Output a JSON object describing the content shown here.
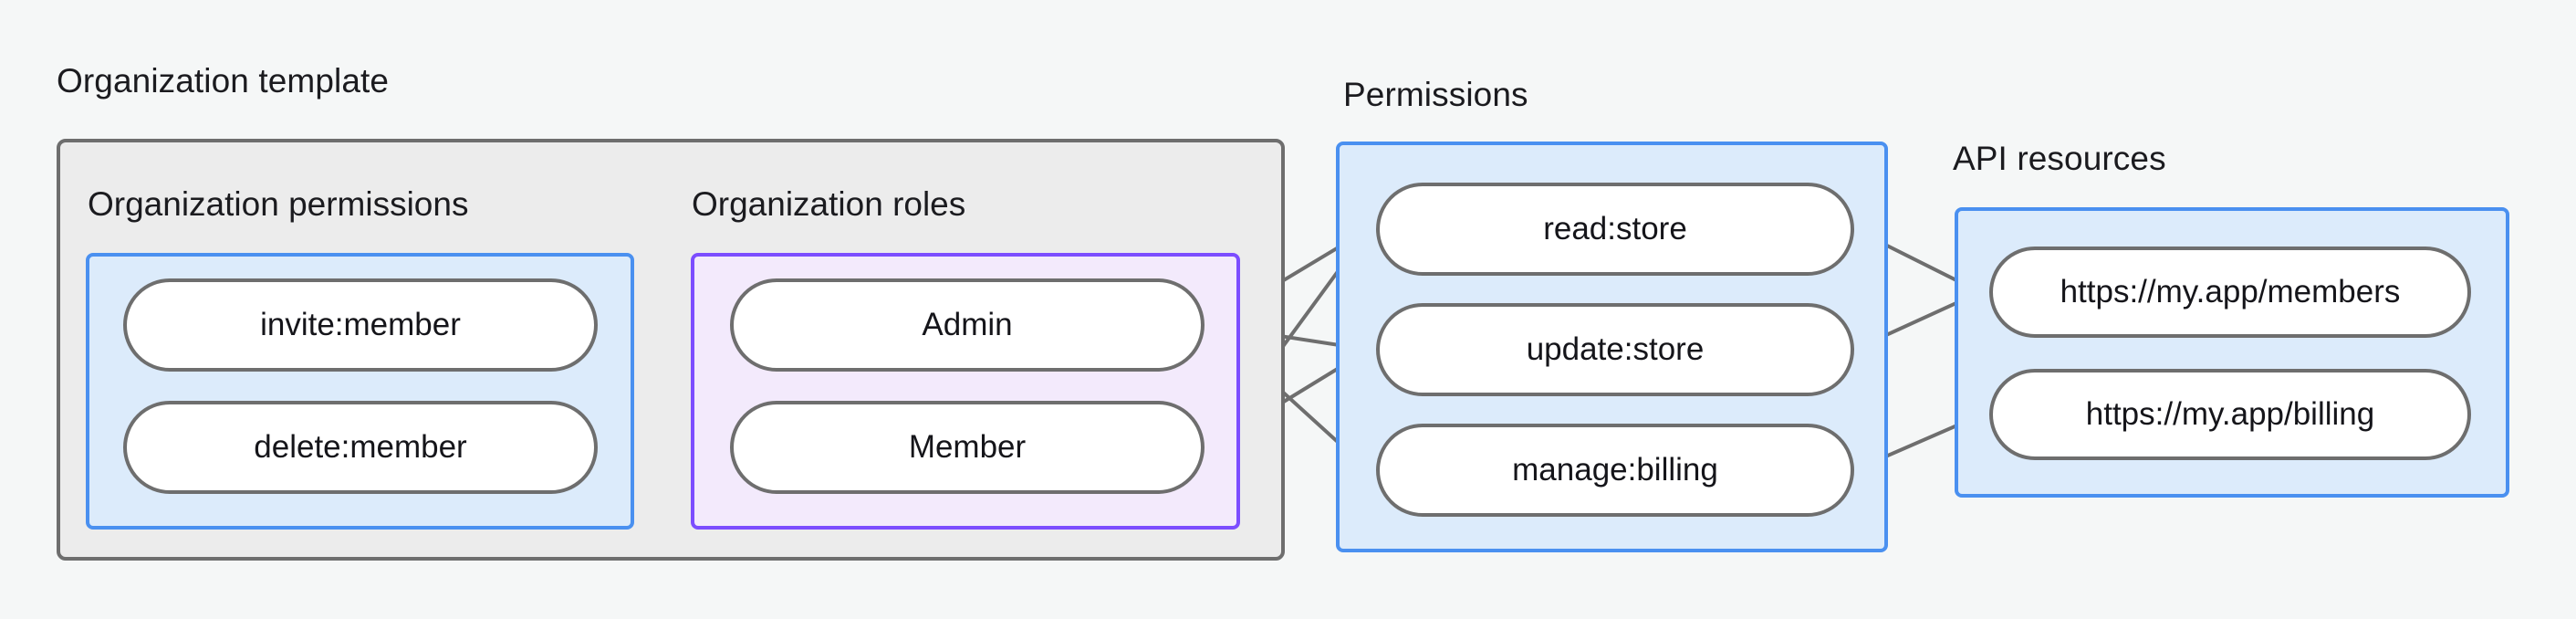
{
  "diagram": {
    "title_groups": {
      "organization_template": "Organization template",
      "permissions": "Permissions",
      "api_resources": "API resources"
    },
    "subgroups": {
      "organization_permissions": "Organization permissions",
      "organization_roles": "Organization roles"
    },
    "nodes": {
      "org_permissions": [
        {
          "id": "invite-member",
          "label": "invite:member"
        },
        {
          "id": "delete-member",
          "label": "delete:member"
        }
      ],
      "org_roles": [
        {
          "id": "admin",
          "label": "Admin"
        },
        {
          "id": "member",
          "label": "Member"
        }
      ],
      "permissions": [
        {
          "id": "read-store",
          "label": "read:store"
        },
        {
          "id": "update-store",
          "label": "update:store"
        },
        {
          "id": "manage-billing",
          "label": "manage:billing"
        }
      ],
      "api_resources": [
        {
          "id": "members-url",
          "label": "https://my.app/members"
        },
        {
          "id": "billing-url",
          "label": "https://my.app/billing"
        }
      ]
    },
    "edges": [
      {
        "from": "invite-member",
        "to": "admin"
      },
      {
        "from": "invite-member",
        "to": "member"
      },
      {
        "from": "delete-member",
        "to": "admin"
      },
      {
        "from": "admin",
        "to": "read-store"
      },
      {
        "from": "admin",
        "to": "update-store"
      },
      {
        "from": "admin",
        "to": "manage-billing"
      },
      {
        "from": "member",
        "to": "read-store"
      },
      {
        "from": "member",
        "to": "update-store"
      },
      {
        "from": "read-store",
        "to": "members-url"
      },
      {
        "from": "update-store",
        "to": "members-url"
      },
      {
        "from": "manage-billing",
        "to": "billing-url"
      }
    ],
    "colors": {
      "background": "#f5f7f7",
      "outer_container_fill": "#ececec",
      "outer_container_border": "#6e6e6e",
      "blue_container_fill": "#dcebfb",
      "blue_container_border": "#4a90f0",
      "purple_container_fill": "#f3eafc",
      "purple_container_border": "#7c4dff",
      "node_fill": "#ffffff",
      "node_border": "#6e6e6e",
      "edge_stroke": "#6e6e6e",
      "text": "#1b1b1f"
    }
  }
}
